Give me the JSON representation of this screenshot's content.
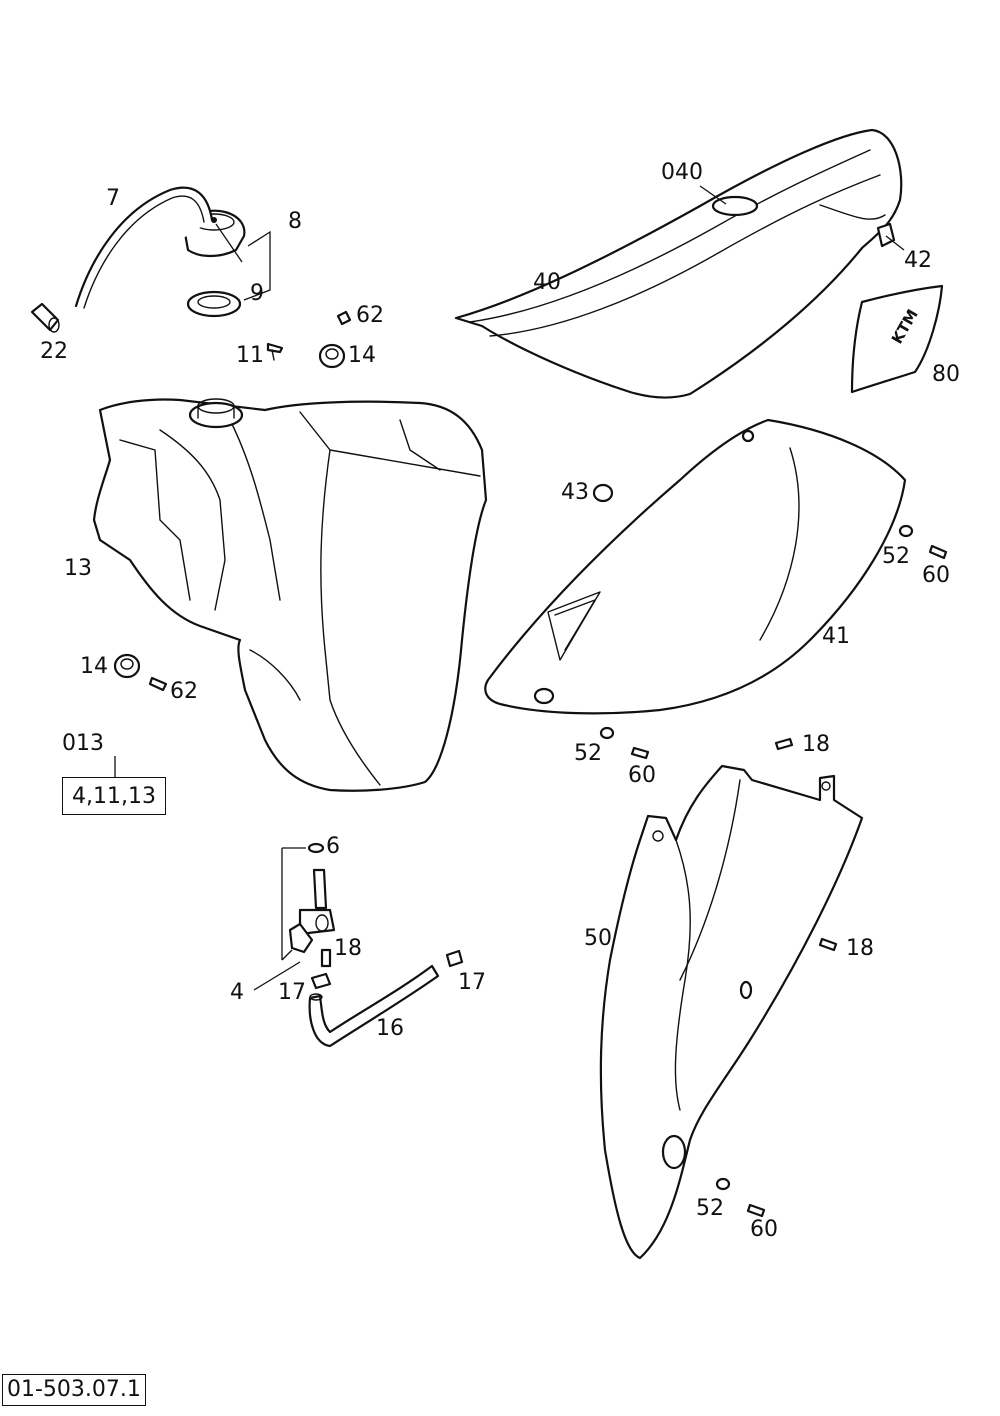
{
  "diagram": {
    "drawing_number": "01-503.07.1",
    "kit": {
      "part_number": "013",
      "contents": "4,11,13"
    },
    "logo": {
      "text": "KTM"
    },
    "callouts": {
      "c_040": "040",
      "c_7": "7",
      "c_8": "8",
      "c_9": "9",
      "c_22": "22",
      "c_62_top": "62",
      "c_11": "11",
      "c_14_top": "14",
      "c_40": "40",
      "c_42": "42",
      "c_80": "80",
      "c_13": "13",
      "c_43": "43",
      "c_52_side": "52",
      "c_60_side": "60",
      "c_41": "41",
      "c_14_left": "14",
      "c_62_left": "62",
      "c_52_mid": "52",
      "c_60_mid": "60",
      "c_18_upper": "18",
      "c_6": "6",
      "c_18_tap": "18",
      "c_50": "50",
      "c_17_right": "17",
      "c_4": "4",
      "c_17_left": "17",
      "c_16": "16",
      "c_18_right": "18",
      "c_52_low": "52",
      "c_60_low": "60"
    }
  }
}
